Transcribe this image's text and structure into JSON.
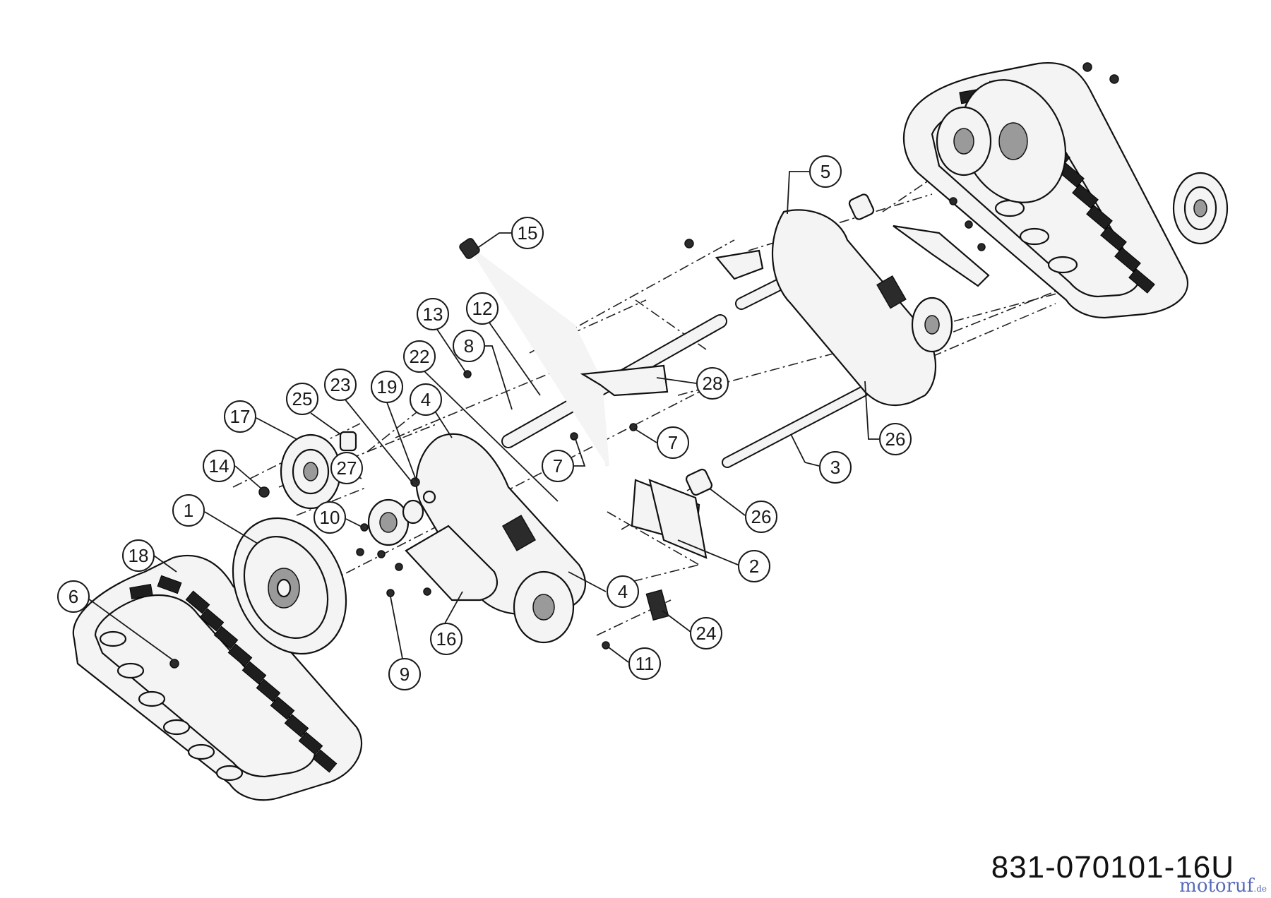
{
  "diagram": {
    "drawing_number": "831-070101-16U",
    "watermark": "motoruf",
    "watermark_suffix": ".de",
    "callouts": [
      "1",
      "2",
      "3",
      "4",
      "4",
      "5",
      "6",
      "7",
      "7",
      "8",
      "9",
      "10",
      "11",
      "12",
      "13",
      "14",
      "15",
      "16",
      "17",
      "18",
      "19",
      "22",
      "23",
      "24",
      "25",
      "26",
      "26",
      "27",
      "28"
    ]
  }
}
